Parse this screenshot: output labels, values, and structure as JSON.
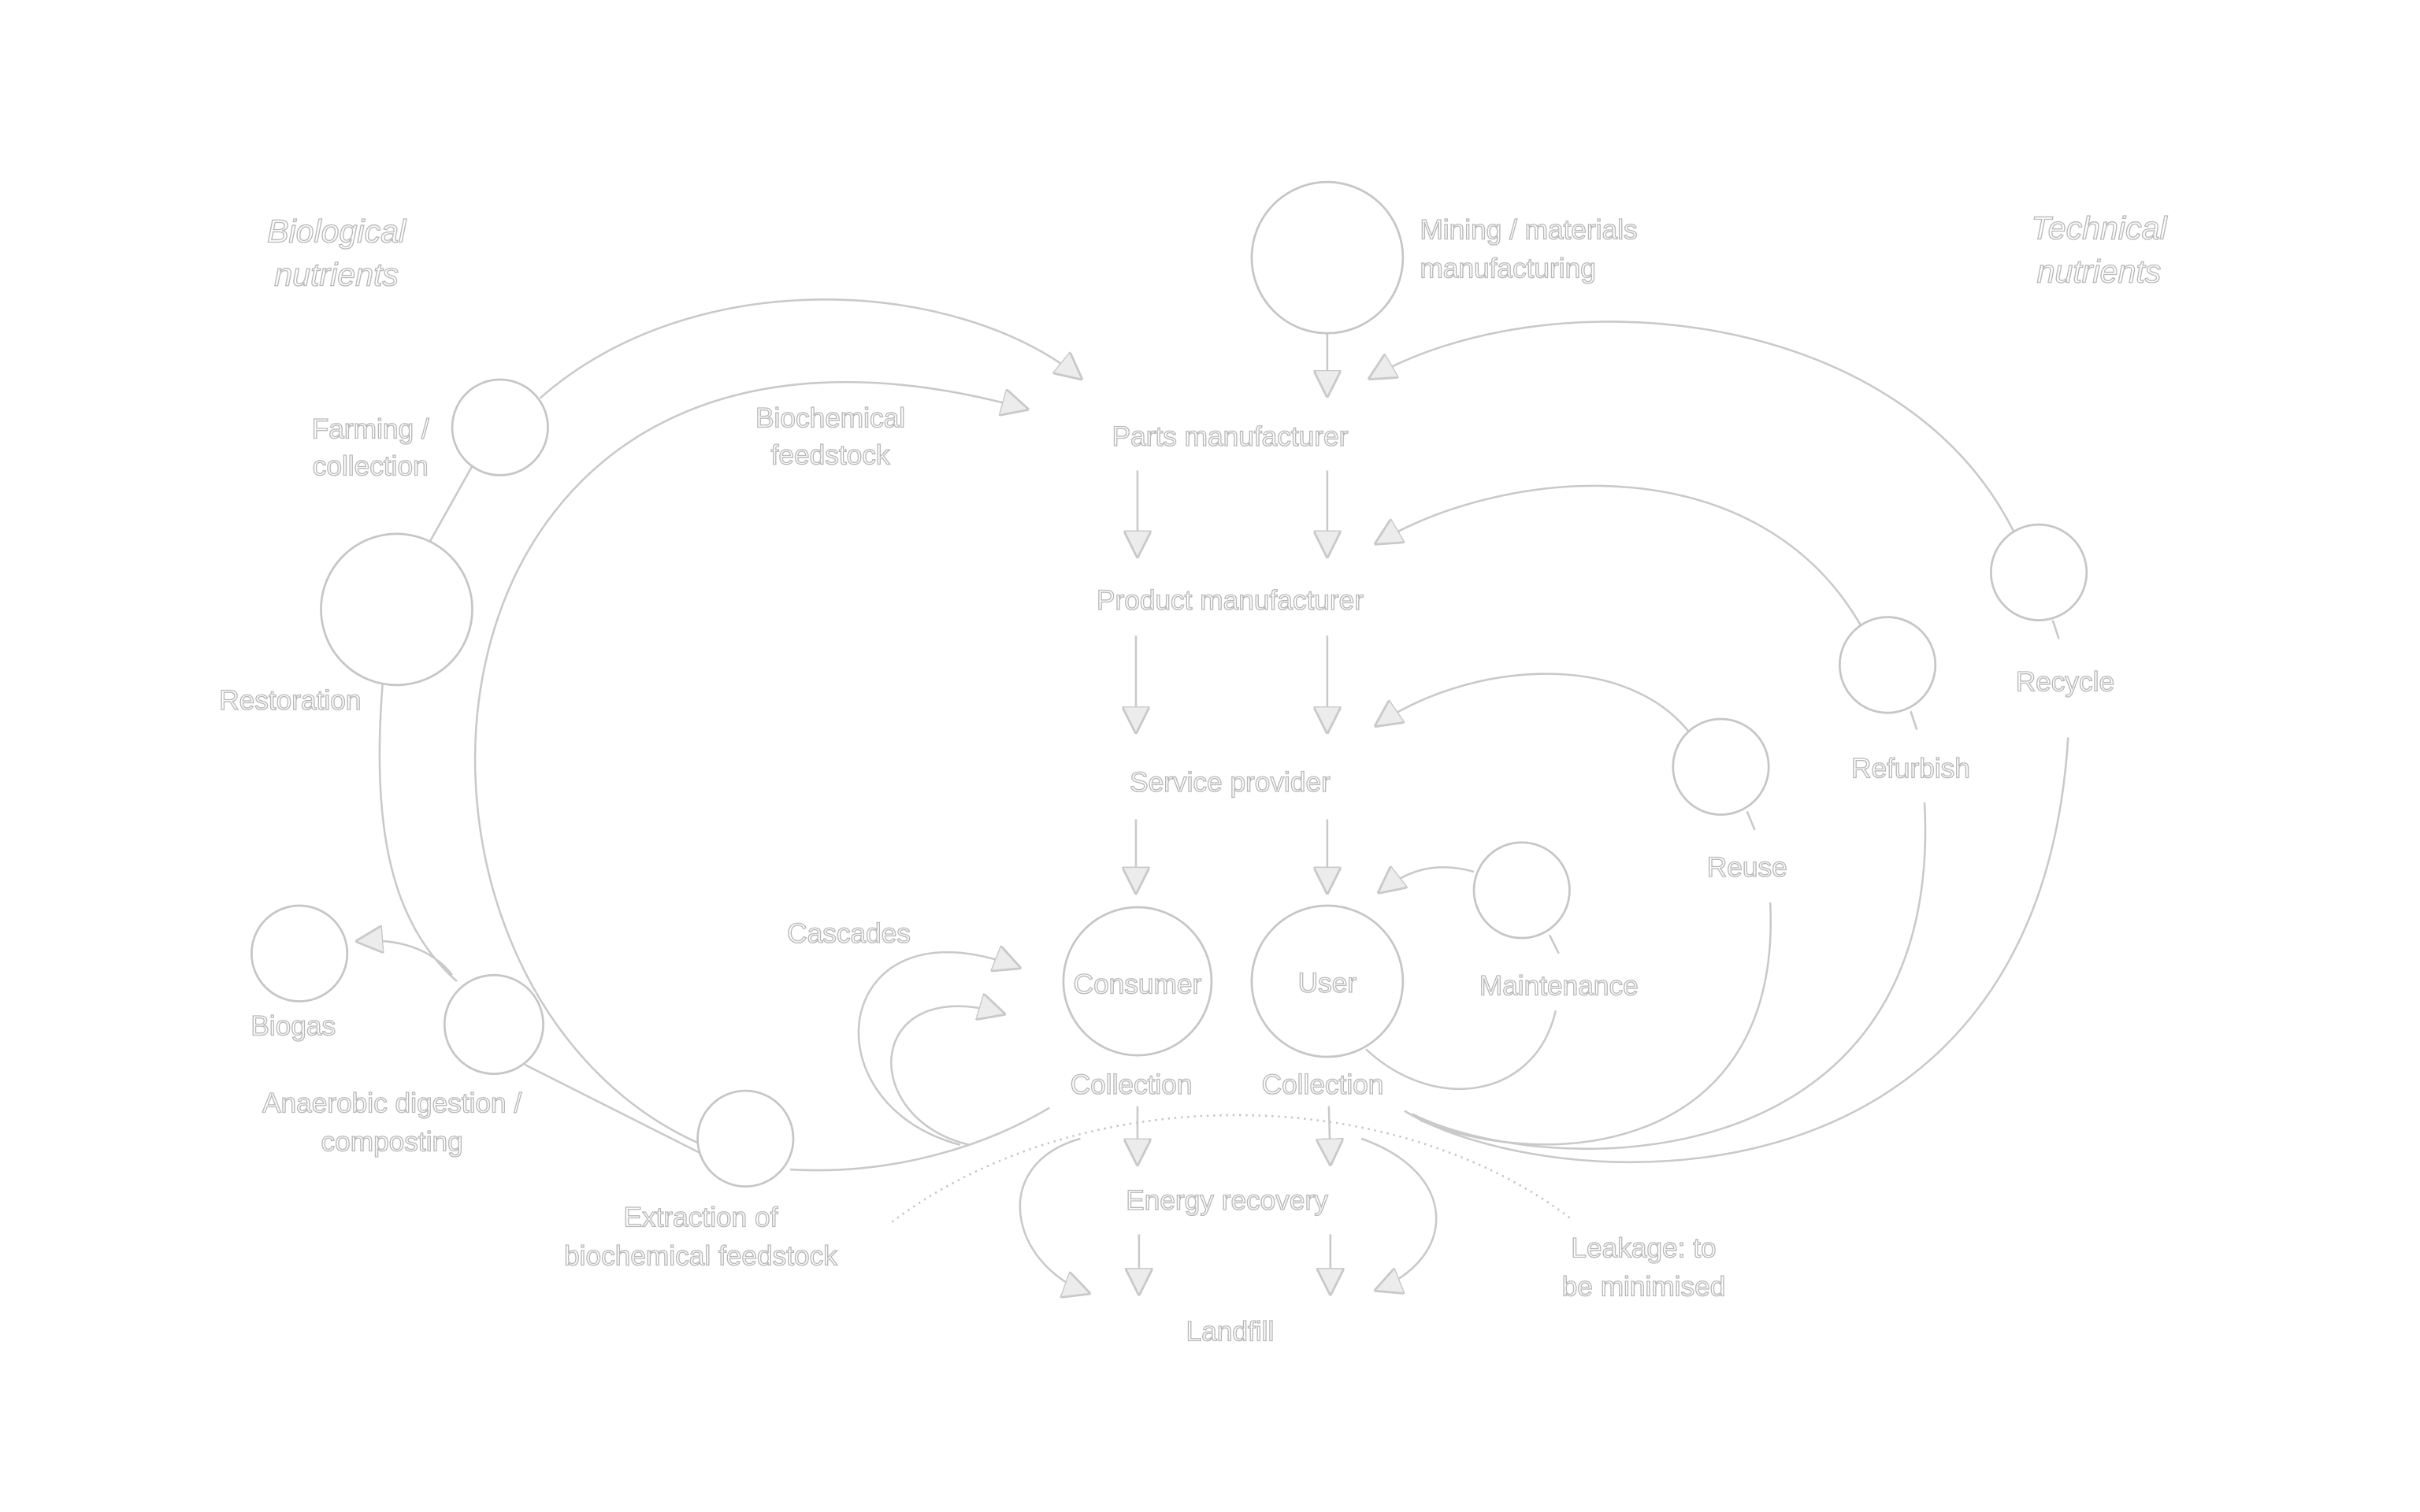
{
  "sections": {
    "biological": [
      "Biological",
      "nutrients"
    ],
    "technical": [
      "Technical",
      "nutrients"
    ]
  },
  "nodes": {
    "mining": [
      "Mining / materials",
      "manufacturing"
    ],
    "farming": [
      "Farming /",
      "collection"
    ],
    "biochemical": [
      "Biochemical",
      "feedstock"
    ],
    "parts": "Parts manufacturer",
    "product": "Product manufacturer",
    "service": "Service provider",
    "restoration": "Restoration",
    "recycle": "Recycle",
    "refurbish": "Refurbish",
    "reuse": "Reuse",
    "cascades": "Cascades",
    "consumer": "Consumer",
    "user": "User",
    "maintenance": "Maintenance",
    "biogas": "Biogas",
    "collection_left": "Collection",
    "collection_right": "Collection",
    "anaerobic": [
      "Anaerobic digestion /",
      "composting"
    ],
    "energy": "Energy recovery",
    "extraction": [
      "Extraction of",
      "biochemical feedstock"
    ],
    "leakage": [
      "Leakage: to",
      "be minimised"
    ],
    "landfill": "Landfill"
  }
}
